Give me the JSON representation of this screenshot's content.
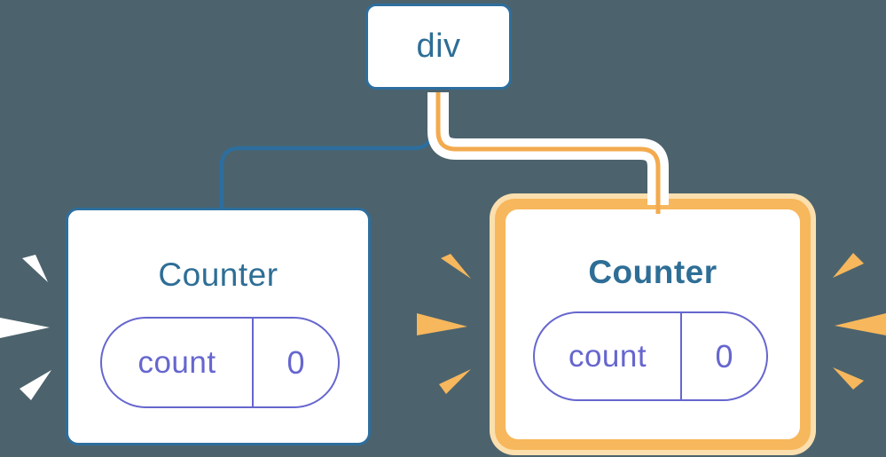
{
  "palette": {
    "background": "#4c636d",
    "blue": "#2d6e9e",
    "heading": "#2e6e96",
    "purple": "#6666cf",
    "orange": "#f3aa4e",
    "orange_border": "#f7b75c",
    "pale_orange": "#fbdfae",
    "white": "#ffffff"
  },
  "tree": {
    "root": {
      "label": "div"
    },
    "children": [
      {
        "title": "Counter",
        "state": {
          "key": "count",
          "value": "0"
        },
        "highlighted": false
      },
      {
        "title": "Counter",
        "state": {
          "key": "count",
          "value": "0"
        },
        "highlighted": true
      }
    ]
  }
}
